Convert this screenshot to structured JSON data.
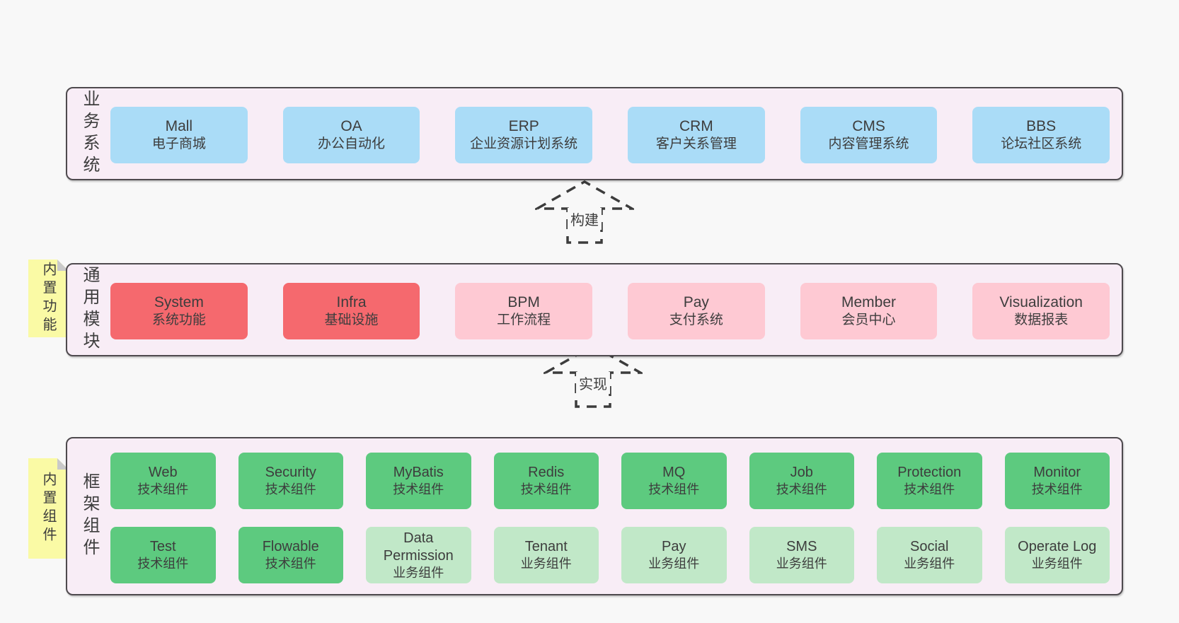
{
  "background": "#f8f8f8",
  "colors": {
    "container_bg": "#f8edf6",
    "container_border": "#4e4a4e",
    "box_blue": "#aadcf7",
    "box_red": "#f5696e",
    "box_pink": "#fec9d3",
    "box_green": "#5dca7f",
    "box_light_green": "#c1e8c8",
    "sticky_yellow": "#fafaa5",
    "sticky_fold": "#c9c9c9",
    "text": "#3d3d3d"
  },
  "arrows": [
    {
      "label": "构建"
    },
    {
      "label": "实现"
    }
  ],
  "layers": [
    {
      "label": "业务系统",
      "boxes": [
        {
          "name": "Mall",
          "desc": "电子商城"
        },
        {
          "name": "OA",
          "desc": "办公自动化"
        },
        {
          "name": "ERP",
          "desc": "企业资源计划系统"
        },
        {
          "name": "CRM",
          "desc": "客户关系管理"
        },
        {
          "name": "CMS",
          "desc": "内容管理系统"
        },
        {
          "name": "BBS",
          "desc": "论坛社区系统"
        }
      ]
    },
    {
      "label": "通用模块",
      "sticky": "内置功能",
      "boxes": [
        {
          "name": "System",
          "desc": "系统功能"
        },
        {
          "name": "Infra",
          "desc": "基础设施"
        },
        {
          "name": "BPM",
          "desc": "工作流程"
        },
        {
          "name": "Pay",
          "desc": "支付系统"
        },
        {
          "name": "Member",
          "desc": "会员中心"
        },
        {
          "name": "Visualization",
          "desc": "数据报表"
        }
      ]
    },
    {
      "label": "框架组件",
      "sticky": "内置组件",
      "row1": [
        {
          "name": "Web",
          "desc": "技术组件"
        },
        {
          "name": "Security",
          "desc": "技术组件"
        },
        {
          "name": "MyBatis",
          "desc": "技术组件"
        },
        {
          "name": "Redis",
          "desc": "技术组件"
        },
        {
          "name": "MQ",
          "desc": "技术组件"
        },
        {
          "name": "Job",
          "desc": "技术组件"
        },
        {
          "name": "Protection",
          "desc": "技术组件"
        },
        {
          "name": "Monitor",
          "desc": "技术组件"
        }
      ],
      "row2": [
        {
          "name": "Test",
          "desc": "技术组件"
        },
        {
          "name": "Flowable",
          "desc": "技术组件"
        },
        {
          "name": "Data Permission",
          "desc": "业务组件"
        },
        {
          "name": "Tenant",
          "desc": "业务组件"
        },
        {
          "name": "Pay",
          "desc": "业务组件"
        },
        {
          "name": "SMS",
          "desc": "业务组件"
        },
        {
          "name": "Social",
          "desc": "业务组件"
        },
        {
          "name": "Operate Log",
          "desc": "业务组件"
        }
      ]
    }
  ]
}
